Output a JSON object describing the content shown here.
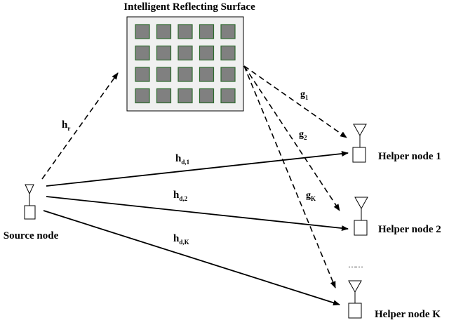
{
  "irs": {
    "title": "Intelligent Reflecting Surface",
    "grid": {
      "rows": 4,
      "cols": 5
    },
    "colors": {
      "frame": "#f0f0f0",
      "element_fill": "#808080",
      "element_stroke": "#2f6b2f"
    }
  },
  "nodes": {
    "source": {
      "label": "Source node"
    },
    "helpers": [
      {
        "label": "Helper node 1"
      },
      {
        "label": "Helper node 2"
      },
      {
        "label": "Helper node K"
      }
    ],
    "ellipsis": "……"
  },
  "channels": {
    "h_r": {
      "base": "h",
      "sub": "r"
    },
    "g_1": {
      "base": "g",
      "sub": "1"
    },
    "g_2": {
      "base": "g",
      "sub": "2"
    },
    "g_K": {
      "base": "g",
      "sub": "K"
    },
    "h_d1": {
      "base": "h",
      "sub": "d,1"
    },
    "h_d2": {
      "base": "h",
      "sub": "d,2"
    },
    "h_dK": {
      "base": "h",
      "sub": "d,K"
    }
  }
}
